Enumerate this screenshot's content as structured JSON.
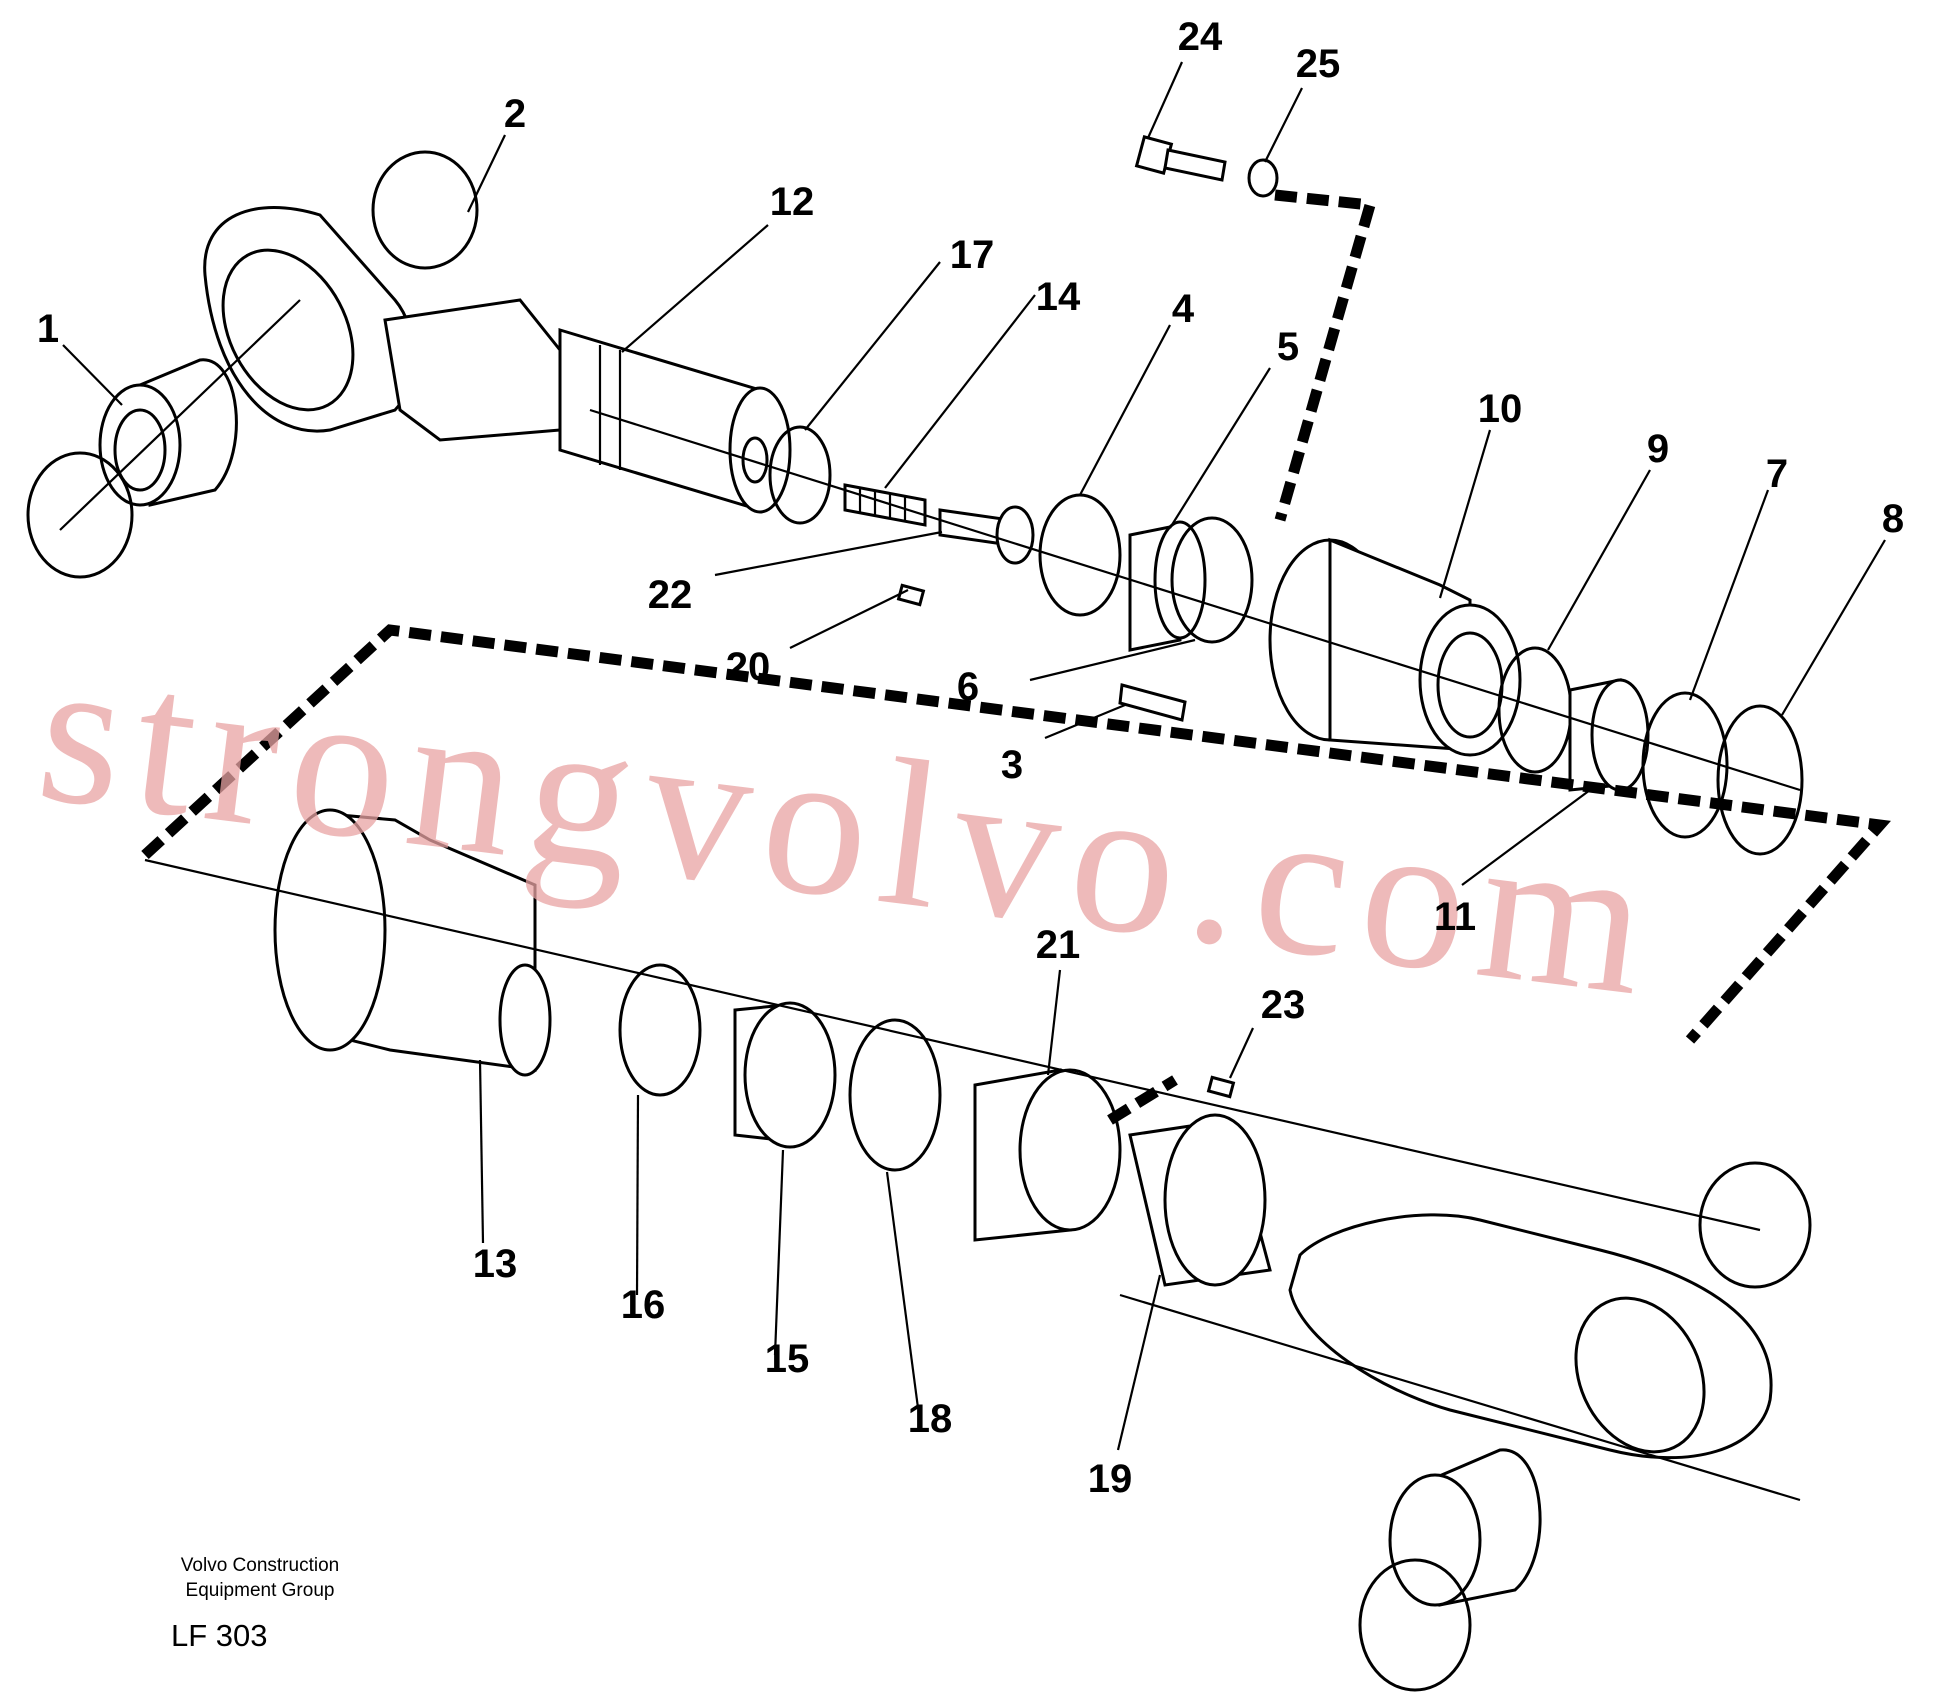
{
  "diagram": {
    "callouts": [
      "1",
      "2",
      "3",
      "4",
      "5",
      "6",
      "7",
      "8",
      "9",
      "10",
      "11",
      "12",
      "13",
      "14",
      "15",
      "16",
      "17",
      "18",
      "19",
      "20",
      "21",
      "22",
      "23",
      "24",
      "25"
    ]
  },
  "watermark": "strongvolvo.com",
  "footer": {
    "company_line1": "Volvo Construction",
    "company_line2": "Equipment Group",
    "code": "LF 303"
  }
}
